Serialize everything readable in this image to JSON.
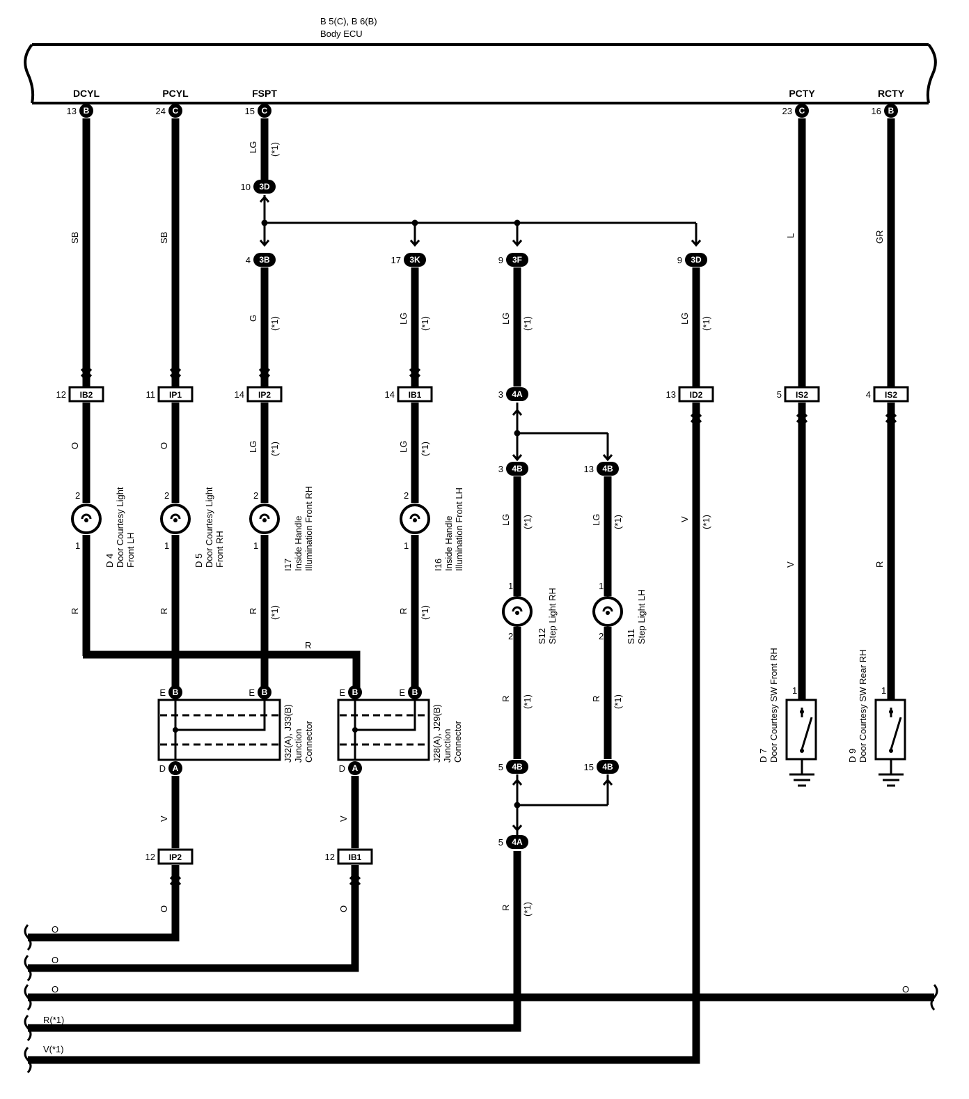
{
  "ecu": {
    "title_line1": "B 5(C), B 6(B)",
    "title_line2": "Body ECU",
    "terminals": [
      {
        "name": "DCYL",
        "pin": "13",
        "conn": "B"
      },
      {
        "name": "PCYL",
        "pin": "24",
        "conn": "C"
      },
      {
        "name": "FSPT",
        "pin": "15",
        "conn": "C"
      },
      {
        "name": "PCTY",
        "pin": "23",
        "conn": "C"
      },
      {
        "name": "RCTY",
        "pin": "16",
        "conn": "B"
      }
    ]
  },
  "wire_colors": {
    "sb": "SB",
    "lg": "LG",
    "g": "G",
    "o": "O",
    "r": "R",
    "l": "L",
    "gr": "GR",
    "v": "V",
    "note": "(*1)"
  },
  "round_connectors": {
    "c3d_top": {
      "pin": "10",
      "id": "3D"
    },
    "c3b": {
      "pin": "4",
      "id": "3B"
    },
    "c3k": {
      "pin": "17",
      "id": "3K"
    },
    "c3f": {
      "pin": "9",
      "id": "3F"
    },
    "c3d": {
      "pin": "9",
      "id": "3D"
    },
    "c4a_top": {
      "pin": "3",
      "id": "4A"
    },
    "c4b_3": {
      "pin": "3",
      "id": "4B"
    },
    "c4b_13": {
      "pin": "13",
      "id": "4B"
    },
    "c4b_5": {
      "pin": "5",
      "id": "4B"
    },
    "c4b_15": {
      "pin": "15",
      "id": "4B"
    },
    "c4a_bot": {
      "pin": "5",
      "id": "4A"
    }
  },
  "box_connectors": {
    "ib2": {
      "pin": "12",
      "id": "IB2"
    },
    "ip1": {
      "pin": "11",
      "id": "IP1"
    },
    "ip2": {
      "pin": "14",
      "id": "IP2"
    },
    "ib1": {
      "pin": "14",
      "id": "IB1"
    },
    "id2": {
      "pin": "13",
      "id": "ID2"
    },
    "is2a": {
      "pin": "5",
      "id": "IS2"
    },
    "is2b": {
      "pin": "4",
      "id": "IS2"
    },
    "ip2_low": {
      "pin": "12",
      "id": "IP2"
    },
    "ib1_low": {
      "pin": "12",
      "id": "IB1"
    }
  },
  "lamp_pins": {
    "p1": "1",
    "p2": "2"
  },
  "components": {
    "d4": {
      "l1": "D 4",
      "l2": "Door Courtesy Light",
      "l3": "Front LH"
    },
    "d5": {
      "l1": "D 5",
      "l2": "Door Courtesy Light",
      "l3": "Front RH"
    },
    "i17": {
      "l1": "I17",
      "l2": "Inside Handle",
      "l3": "Illumination Front RH"
    },
    "i16": {
      "l1": "I16",
      "l2": "Inside Handle",
      "l3": "Illumination Front LH"
    },
    "s12": {
      "l1": "S12",
      "l2": "Step Light RH"
    },
    "s11": {
      "l1": "S11",
      "l2": "Step Light LH"
    },
    "d7": {
      "l1": "D 7",
      "l2": "Door Courtesy SW Front RH"
    },
    "d9": {
      "l1": "D 9",
      "l2": "Door Courtesy SW Rear RH"
    }
  },
  "junction": {
    "j32": {
      "l1": "J32(A), J33(B)",
      "l2": "Junction",
      "l3": "Connector"
    },
    "j28": {
      "l1": "J28(A), J29(B)",
      "l2": "Junction",
      "l3": "Connector"
    },
    "pin_e": "E",
    "pin_d": "D",
    "conn_b": "B",
    "conn_a": "A"
  },
  "bus_wires": [
    {
      "label": "O"
    },
    {
      "label": "O"
    },
    {
      "label": "O"
    },
    {
      "label": "R(*1)"
    },
    {
      "label": "V(*1)"
    }
  ],
  "bus_right_label": "O",
  "r_bridge_label": "R"
}
